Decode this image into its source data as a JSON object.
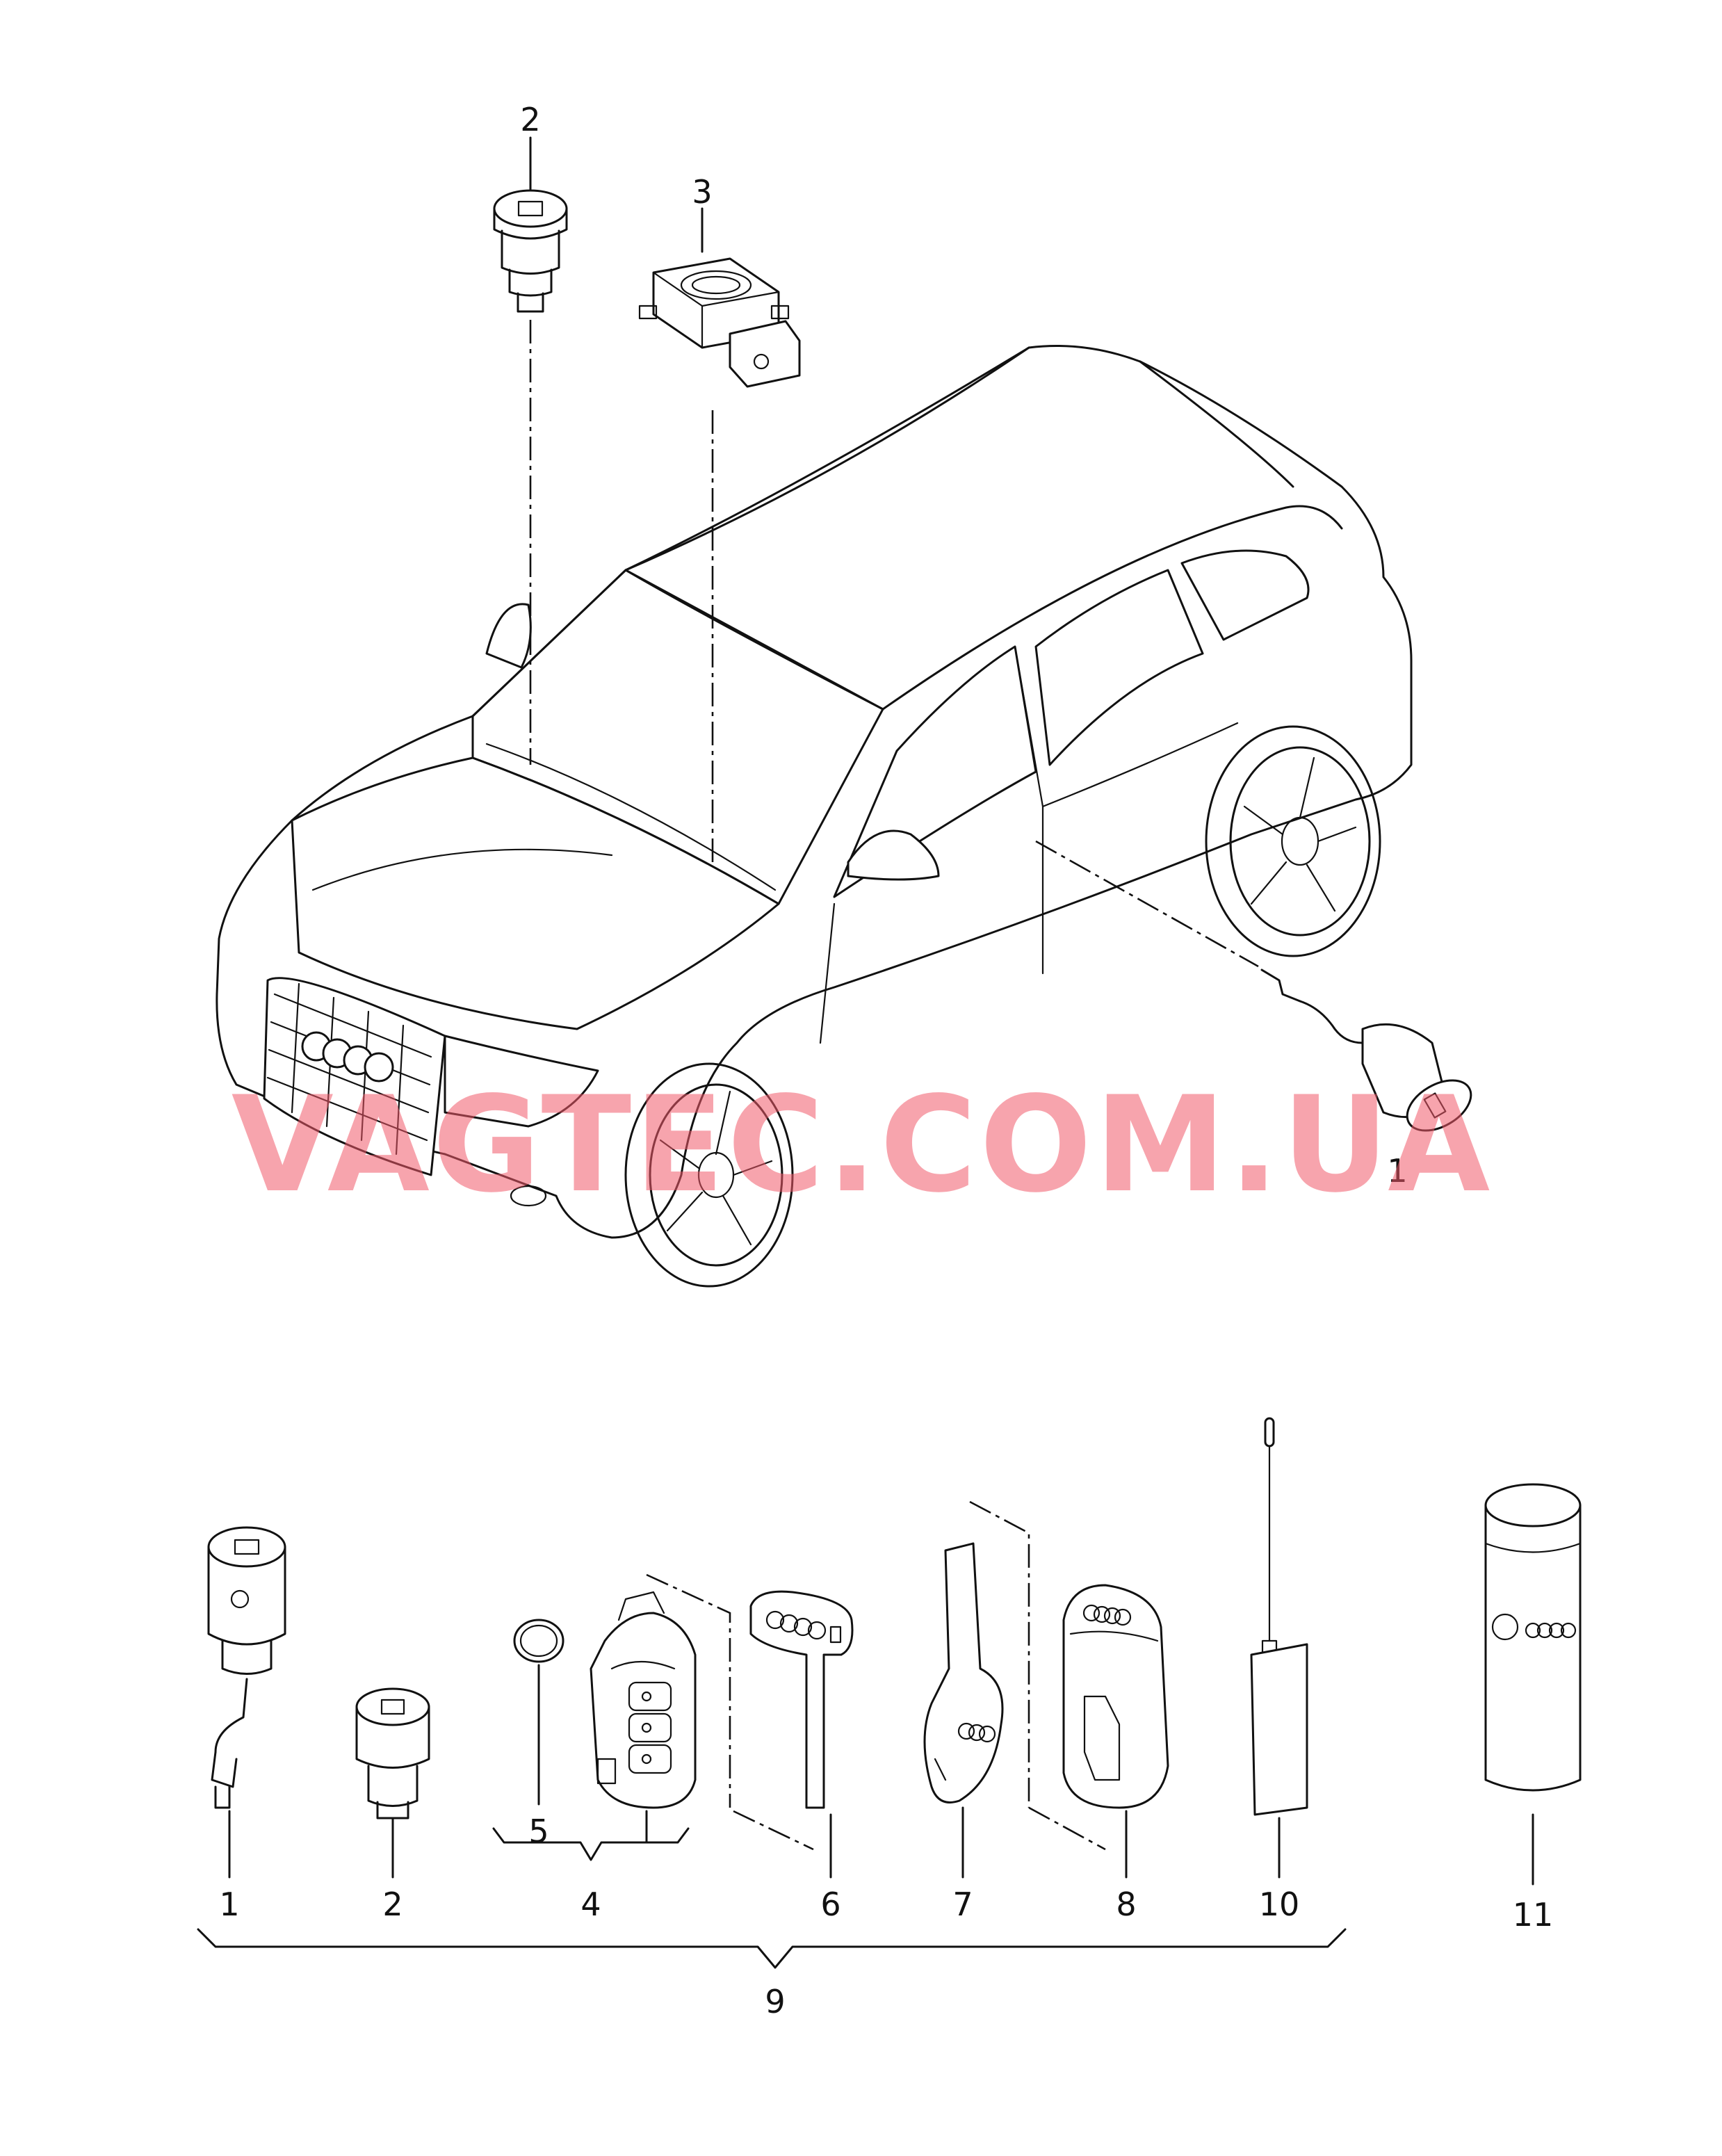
{
  "watermark": "VAGTEC.COM.UA",
  "callouts": {
    "top_2": "2",
    "top_3": "3",
    "car_1": "1",
    "p1": "1",
    "p2": "2",
    "p4": "4",
    "p5": "5",
    "p6": "6",
    "p7": "7",
    "p8": "8",
    "p9": "9",
    "p10": "10",
    "p11": "11"
  },
  "colors": {
    "line": "#111111",
    "watermark": "#f15a6a"
  },
  "icons": [
    "lock-cylinder",
    "control-unit",
    "car-suv",
    "remote-key",
    "emergency-key",
    "transponder-key",
    "key-housing",
    "antenna",
    "spray-can",
    "battery-cell"
  ]
}
